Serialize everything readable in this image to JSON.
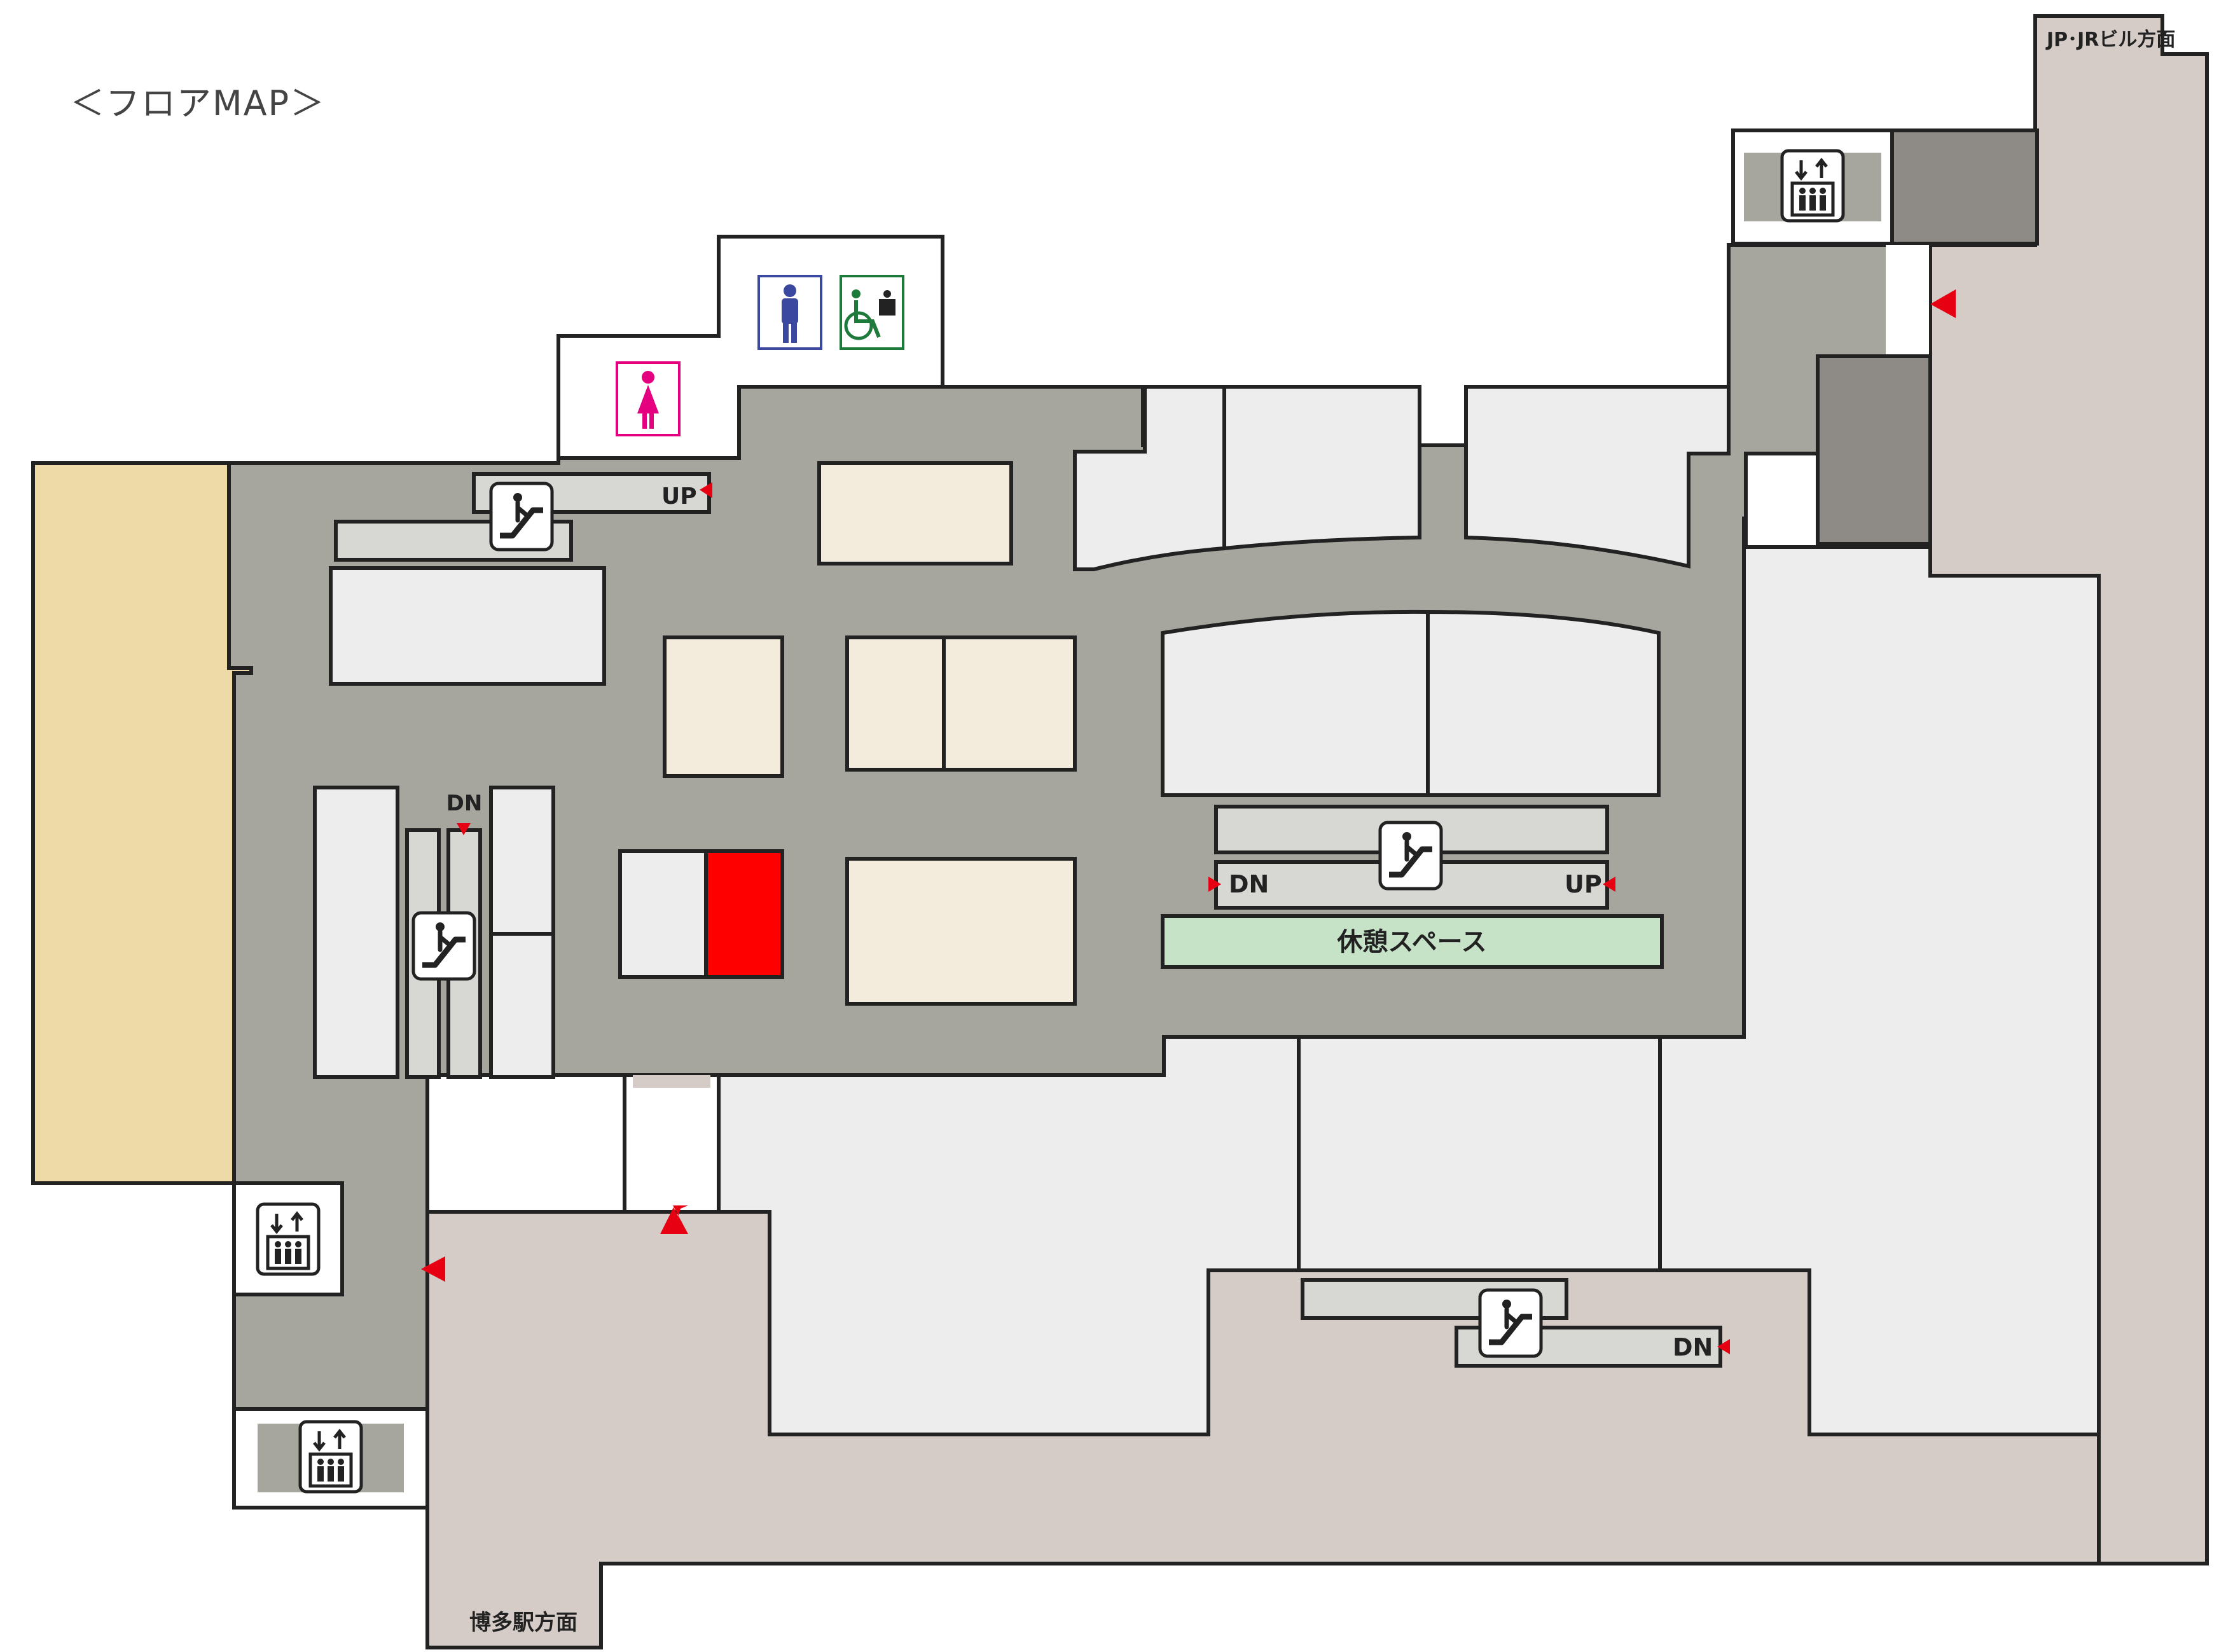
{
  "heading": "＜フロアMAP＞",
  "labels": {
    "direction_hakata": "博多駅方面",
    "direction_jp_jr": "JP･JRビル方面",
    "rest_space": "休憩スペース",
    "up": "UP",
    "dn": "DN"
  },
  "icons": {
    "escalator": "escalator-icon",
    "elevator": "elevator-icon",
    "restroom_men": "men-restroom-icon",
    "restroom_women": "women-restroom-icon",
    "accessible_restroom": "accessible-restroom-icon",
    "entrance_marker": "entrance-arrow-icon"
  },
  "colors": {
    "corridor": "#a6a69f",
    "external_passage": "#d5ccc7",
    "shop": "#ededed",
    "highlight_shop": "#ff0000",
    "cream_shop": "#f3ecdc",
    "adjacent_building": "#eedaa7",
    "rest_space": "#c6e2c7",
    "dark_block": "#8e8b87",
    "marker": "#e60012",
    "men": "#3b48a0",
    "women": "#e4007f",
    "accessible": "#1e7a3a"
  }
}
